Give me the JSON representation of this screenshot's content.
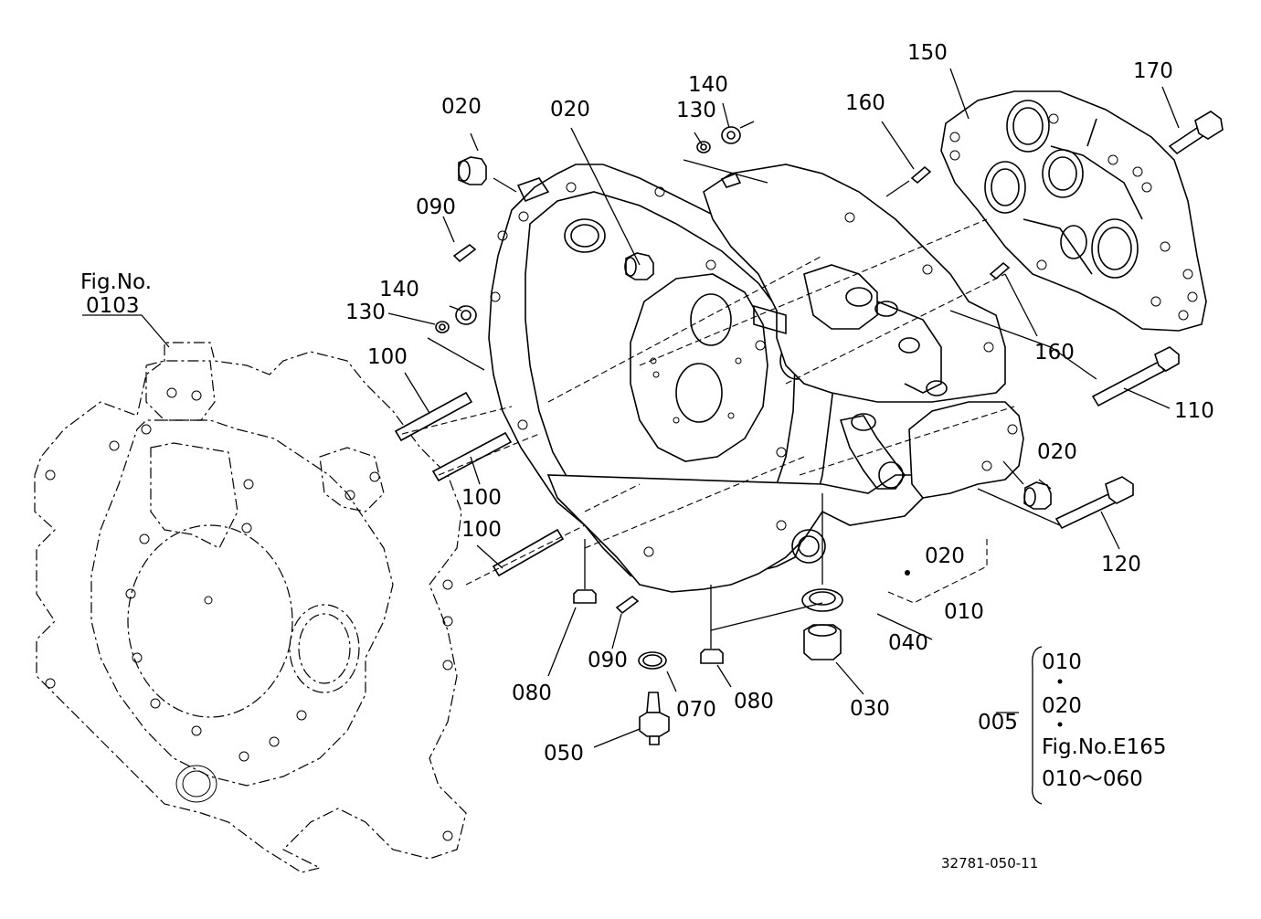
{
  "diagram": {
    "ref_figure": {
      "line1": "Fig.No.",
      "line2": "0103"
    },
    "callouts": {
      "c020_a": "020",
      "c020_b": "020",
      "c130_a": "130",
      "c140_a": "140",
      "c150": "150",
      "c160_a": "160",
      "c170": "170",
      "c090_a": "090",
      "c140_b": "140",
      "c130_b": "130",
      "c100_a": "100",
      "c100_b": "100",
      "c100_c": "100",
      "c160_b": "160",
      "c110": "110",
      "c020_c": "020",
      "c120": "120",
      "c020_d": "020",
      "c010": "010",
      "c040": "040",
      "c080_a": "080",
      "c090_b": "090",
      "c070": "070",
      "c080_b": "080",
      "c030": "030",
      "c050": "050"
    },
    "assembly_note": {
      "code": "005",
      "line1": "010",
      "line2": "020",
      "line3": "Fig.No.E165",
      "line4": "010〜060"
    },
    "drawing_number": "32781-050-11"
  }
}
